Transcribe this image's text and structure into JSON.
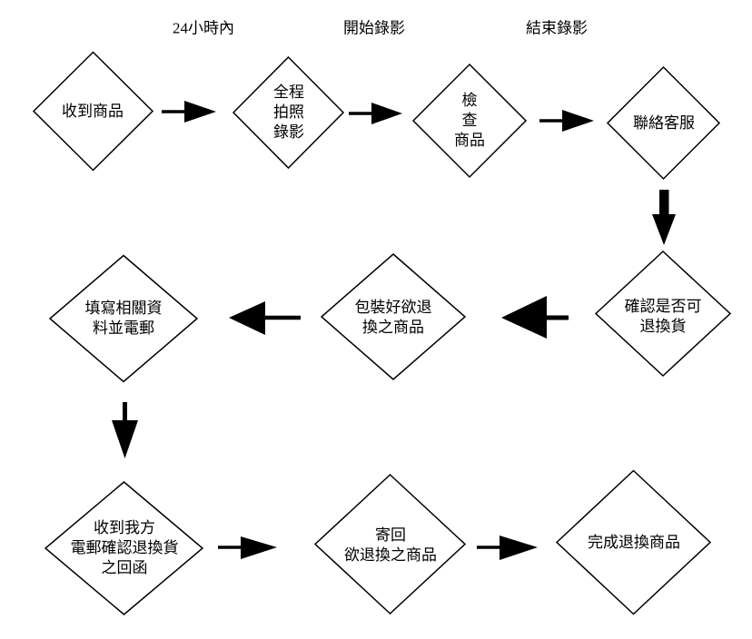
{
  "diagram": {
    "type": "flowchart",
    "colors": {
      "background": "#ffffff",
      "node_fill": "#ffffff",
      "node_stroke": "#000000",
      "arrow": "#000000",
      "text": "#000000"
    },
    "annotations": [
      {
        "label": "24小時內"
      },
      {
        "label": "開始錄影"
      },
      {
        "label": "結束錄影"
      }
    ],
    "nodes": [
      {
        "id": "receive-goods",
        "label": "收到商品"
      },
      {
        "id": "photo-video-record",
        "label": "全程\n拍照\n錄影"
      },
      {
        "id": "inspect-goods",
        "label": "檢\n查\n商品"
      },
      {
        "id": "contact-support",
        "label": "聯絡客服"
      },
      {
        "id": "confirm-returnable",
        "label": "確認是否可\n退換貨"
      },
      {
        "id": "pack-goods",
        "label": "包裝好欲退\n換之商品"
      },
      {
        "id": "fill-info-email",
        "label": "填寫相關資\n料並電郵"
      },
      {
        "id": "receive-reply-letter",
        "label": "收到我方\n電郵確認退換貨\n之回函"
      },
      {
        "id": "ship-back-goods",
        "label": "寄回\n欲退換之商品"
      },
      {
        "id": "complete-exchange",
        "label": "完成退換商品"
      }
    ]
  }
}
